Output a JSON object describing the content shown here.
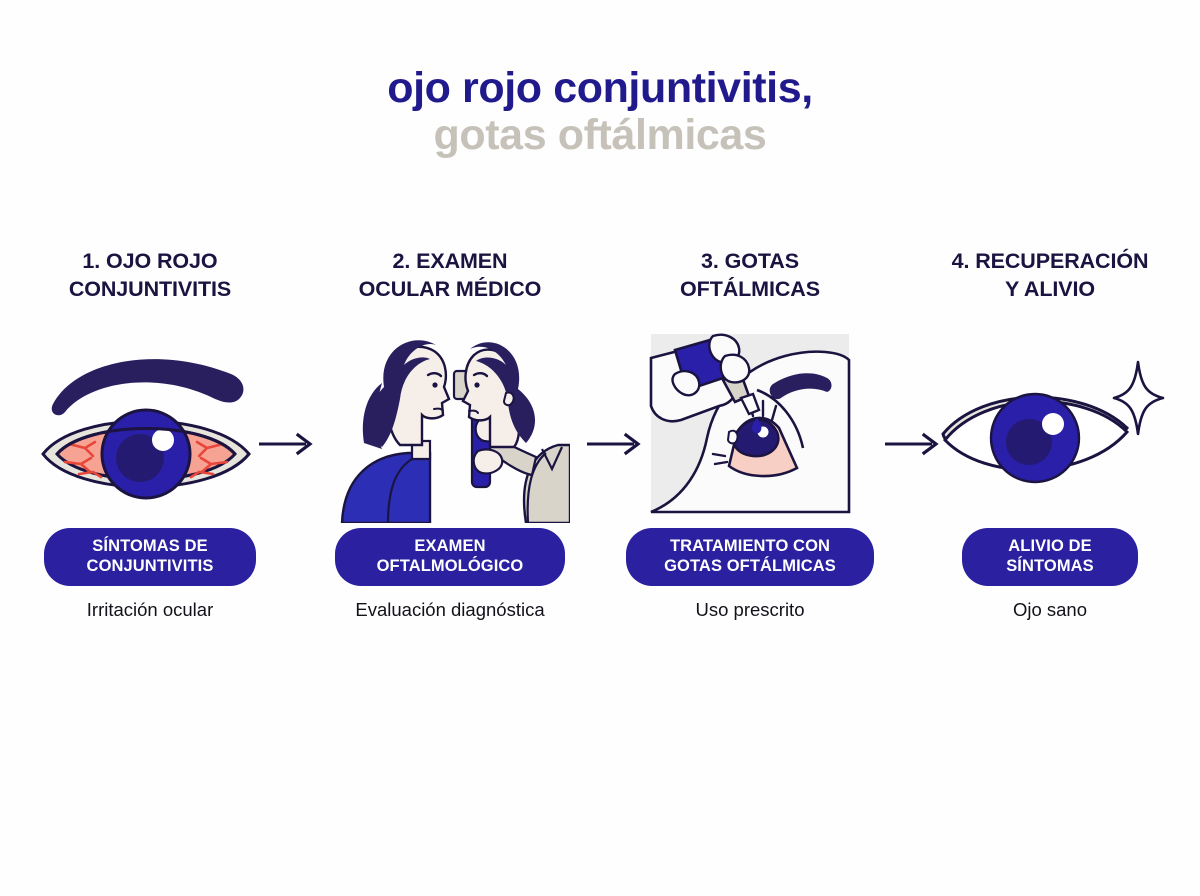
{
  "title": {
    "line1": "ojo rojo conjuntivitis,",
    "line2": "gotas oftálmicas",
    "color_line1": "#201a8c",
    "color_line2": "#c6c2ba"
  },
  "theme": {
    "background": "#fefefe",
    "pill_background": "#2a20a0",
    "pill_text": "#ffffff",
    "heading_text": "#1b1340",
    "caption_text": "#12121a",
    "arrow": "#1b1340",
    "iris_blue": "#2a1fa8",
    "pupil_navy": "#241a72",
    "sclera_pink": "#f6a394",
    "vein_red": "#e8463a",
    "skin": "#f6efe9",
    "coat_beige": "#d8d4c9",
    "shirt_blue": "#2c2fb5",
    "hair_navy": "#2a1f5e",
    "panel_grey": "#ececec"
  },
  "steps": [
    {
      "heading": "1. OJO ROJO\nCONJUNTIVITIS",
      "heading_line1": "1. OJO ROJO",
      "heading_line2": "CONJUNTIVITIS",
      "illustration": "red-eye-conjunctivitis",
      "pill_line1": "SÍNTOMAS DE",
      "pill_line2": "CONJUNTIVITIS",
      "caption": "Irritación ocular"
    },
    {
      "heading_line1": "2. EXAMEN",
      "heading_line2": "OCULAR MÉDICO",
      "illustration": "doctor-eye-exam",
      "pill_line1": "EXAMEN",
      "pill_line2": "OFTALMOLÓGICO",
      "caption": "Evaluación diagnóstica"
    },
    {
      "heading_line1": "3. GOTAS",
      "heading_line2": "OFTÁLMICAS",
      "illustration": "eye-drops-bottle",
      "pill_line1": "TRATAMIENTO CON",
      "pill_line2": "GOTAS OFTÁLMICAS",
      "caption": "Uso prescrito"
    },
    {
      "heading_line1": "4. RECUPERACIÓN",
      "heading_line2": "Y ALIVIO",
      "illustration": "healthy-eye-sparkle",
      "pill_line1": "ALIVIO DE",
      "pill_line2": "SÍNTOMAS",
      "caption": "Ojo sano"
    }
  ],
  "arrows": {
    "count": 3,
    "symbol": "arrow-right"
  }
}
